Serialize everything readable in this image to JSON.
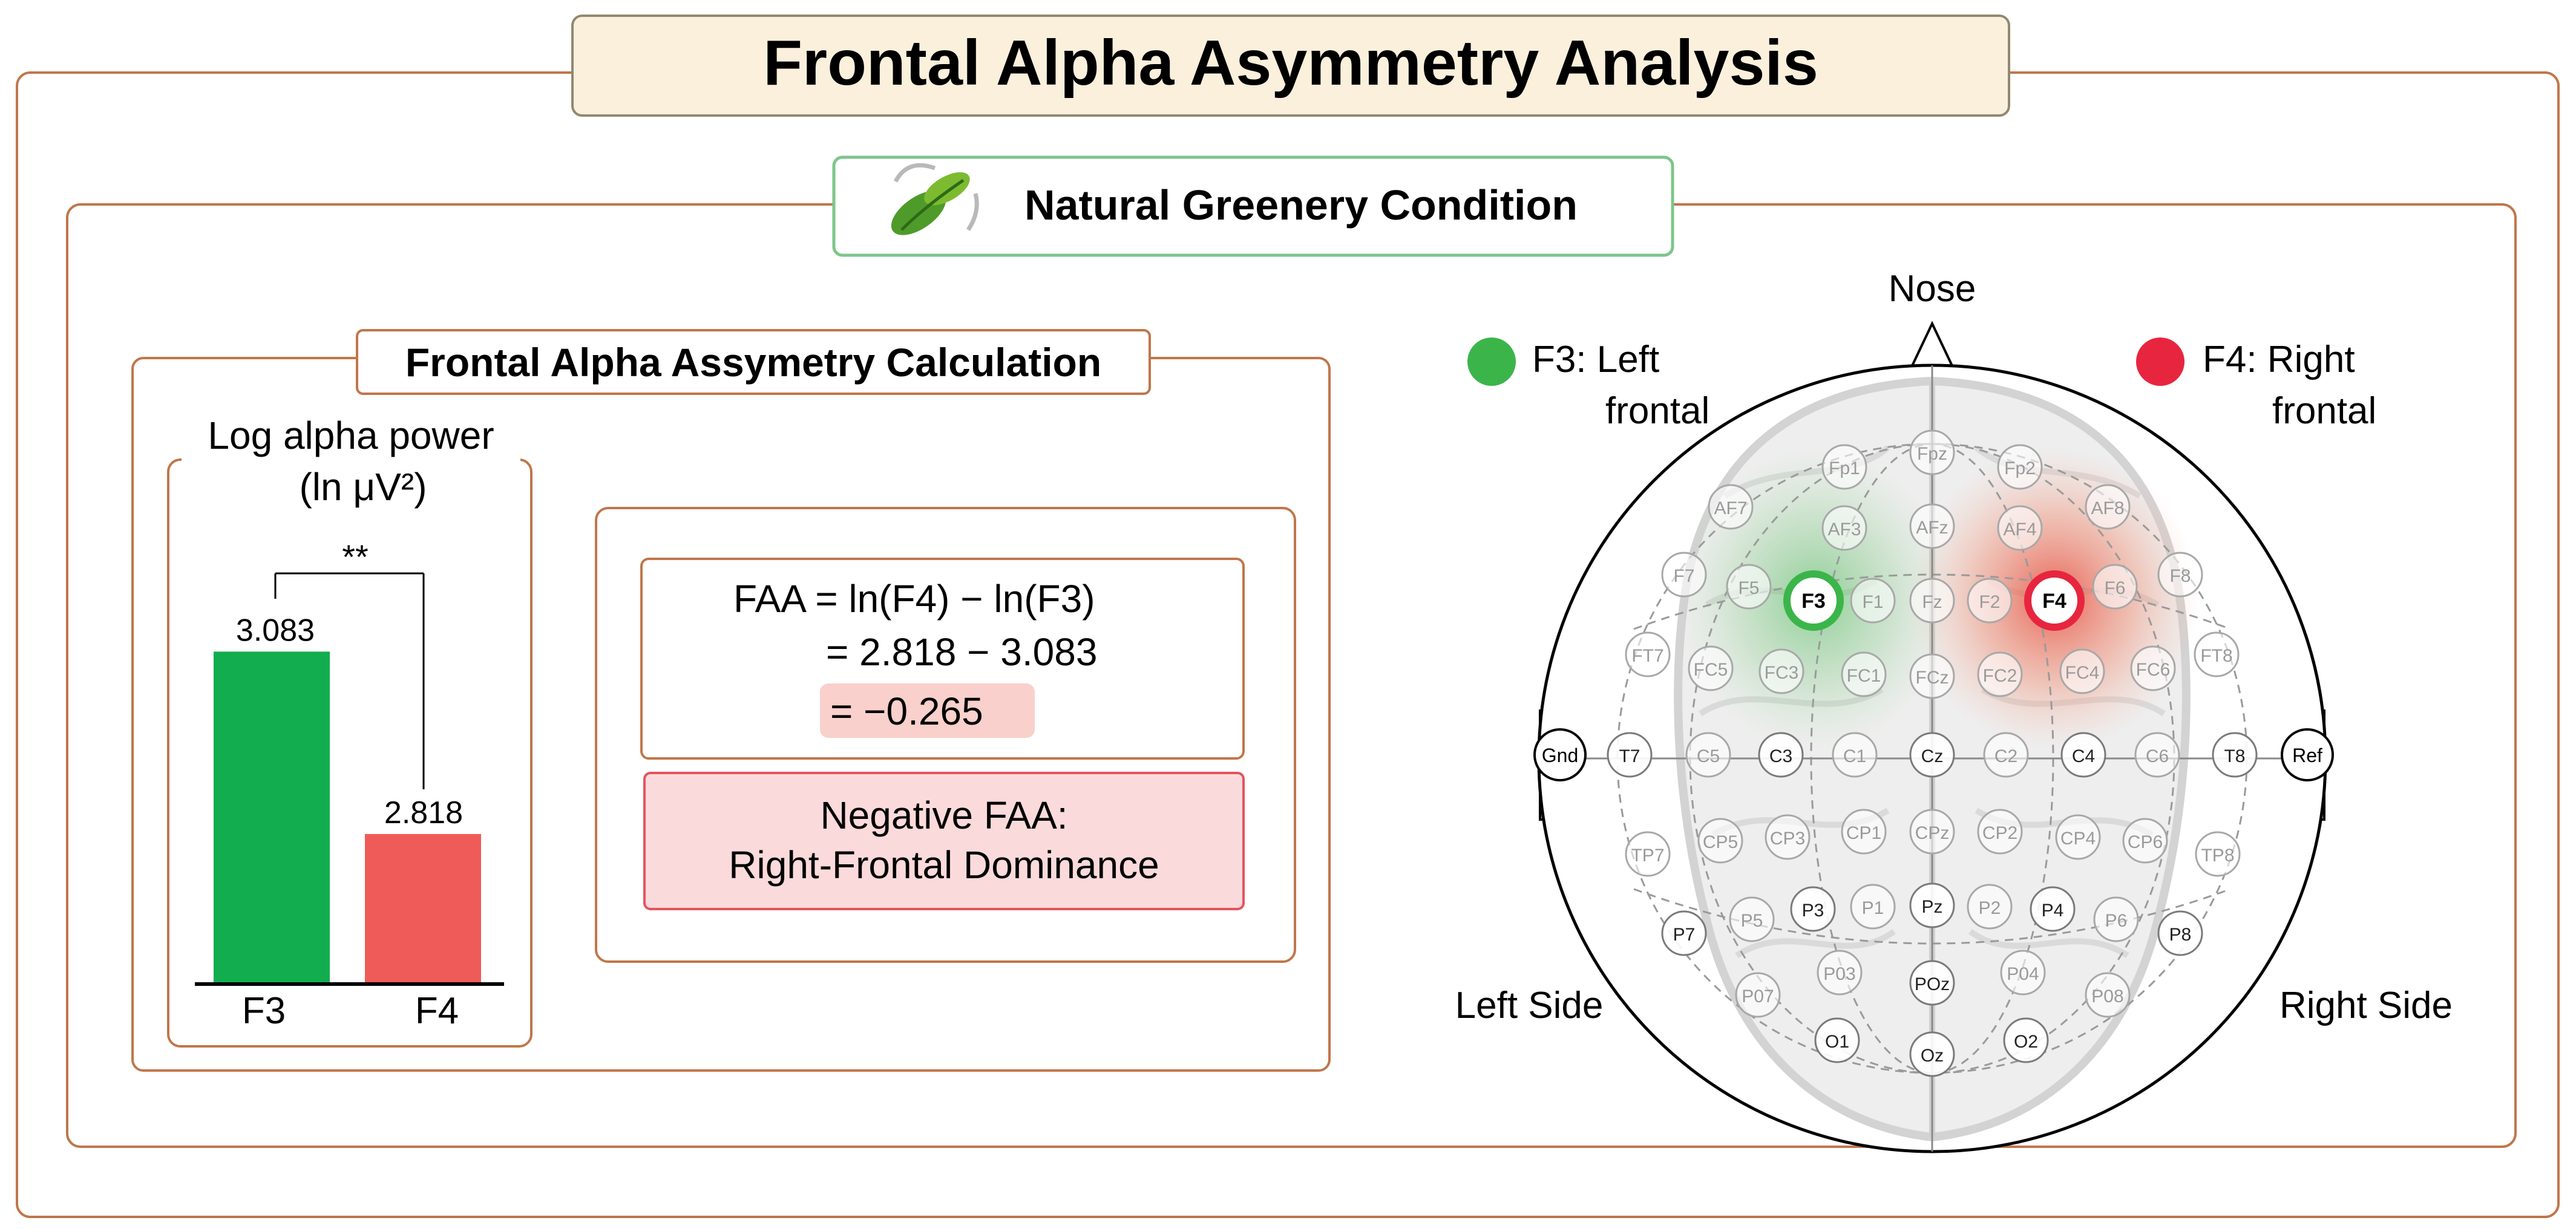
{
  "title": "Frontal Alpha Asymmetry Analysis",
  "condition": "Natural Greenery Condition",
  "calc": {
    "heading": "Frontal Alpha Assymetry Calculation",
    "chart_label_line1": "Log alpha power",
    "chart_label_line2": "(ln μV²)",
    "significance": "**",
    "formula_line1": "FAA = ln(F4) − ln(F3)",
    "formula_line2": "= 2.818 − 3.083",
    "formula_result": "= −0.265",
    "interpretation_line1": "Negative FAA:",
    "interpretation_line2": "Right-Frontal Dominance"
  },
  "chart_data": {
    "type": "bar",
    "categories": [
      "F3",
      "F4"
    ],
    "values": [
      3.083,
      2.818
    ],
    "value_labels": [
      "3.083",
      "2.818"
    ],
    "colors": [
      "#12ad4f",
      "#ef5b58"
    ],
    "ylabel": "Log alpha power (ln μV²)",
    "baseline": 2.6,
    "ymax": 3.1
  },
  "map": {
    "nose_label": "Nose",
    "legend_f3_line1": "F3: Left",
    "legend_f3_line2": "frontal",
    "legend_f4_line1": "F4: Right",
    "legend_f4_line2": "frontal",
    "left_side": "Left Side",
    "right_side": "Right Side",
    "gnd": "Gnd",
    "ref": "Ref",
    "f3_color": "#3bb54a",
    "f4_color": "#e8253f",
    "electrodes": [
      "Fpz",
      "Fp1",
      "Fp2",
      "AF7",
      "AF3",
      "AFz",
      "AF4",
      "AF8",
      "F7",
      "F5",
      "F3",
      "F1",
      "Fz",
      "F2",
      "F4",
      "F6",
      "F8",
      "FT7",
      "FC5",
      "FC3",
      "FC1",
      "FCz",
      "FC2",
      "FC4",
      "FC6",
      "FT8",
      "T7",
      "C5",
      "C3",
      "C1",
      "Cz",
      "C2",
      "C4",
      "C6",
      "T8",
      "TP7",
      "CP5",
      "CP3",
      "CP1",
      "CPz",
      "CP2",
      "CP4",
      "CP6",
      "TP8",
      "P7",
      "P5",
      "P3",
      "P1",
      "Pz",
      "P2",
      "P4",
      "P6",
      "P8",
      "P07",
      "P03",
      "POz",
      "P04",
      "P08",
      "O1",
      "Oz",
      "O2"
    ]
  }
}
